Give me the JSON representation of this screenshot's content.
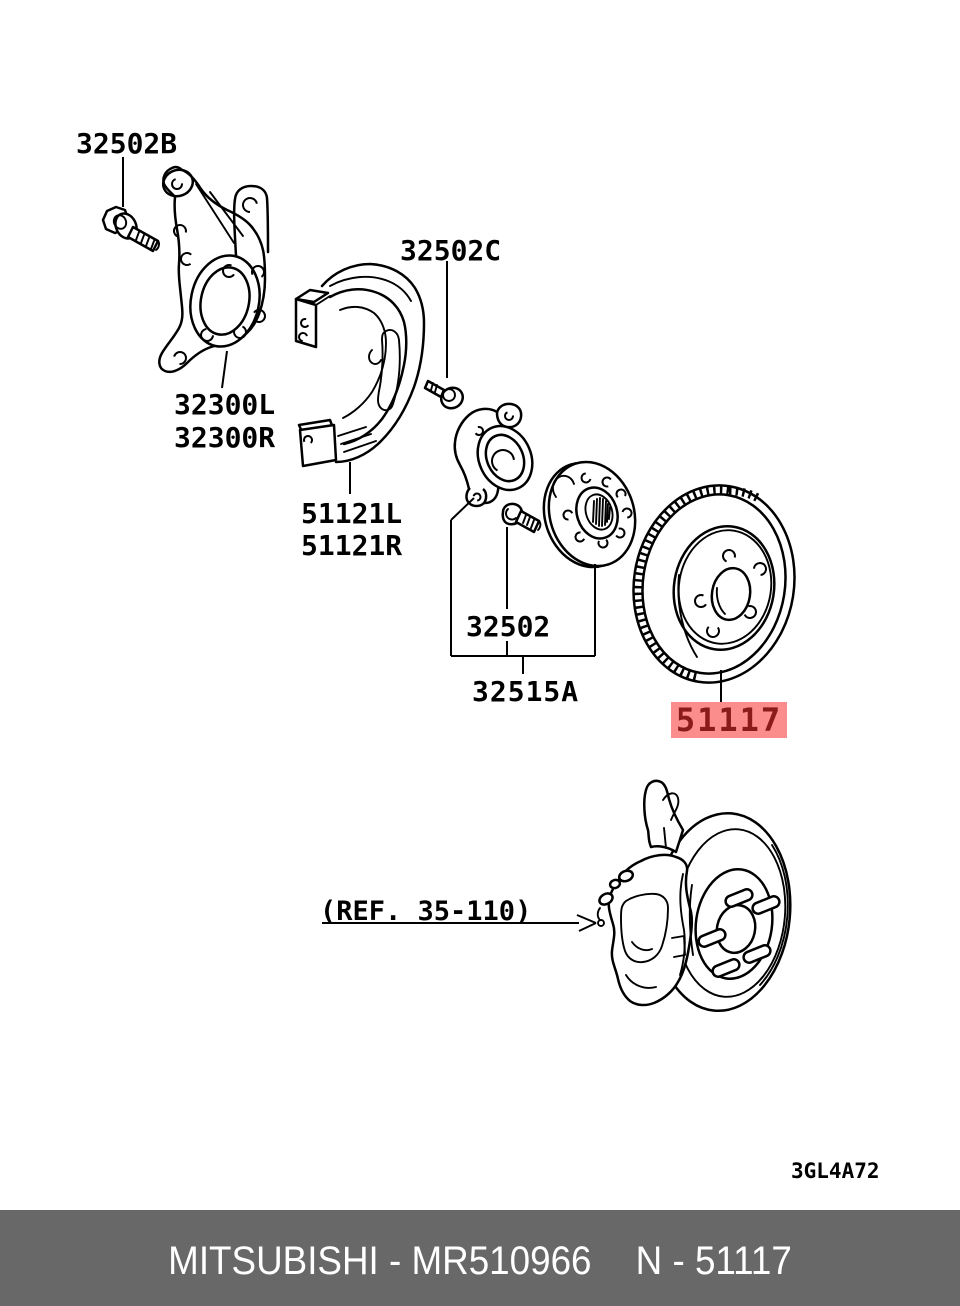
{
  "colors": {
    "highlight-bg": "#fc8d8d",
    "highlight-fg": "#8b1a1a",
    "footer-bg": "#686868",
    "footer-fg": "#ffffff",
    "line": "#000000"
  },
  "diagram": {
    "labels": {
      "bolt_upper": "32502B",
      "knuckle_left": "32300L",
      "knuckle_right": "32300R",
      "bolt_shield": "32502C",
      "shield_left": "51121L",
      "shield_right": "51121R",
      "hub_bearing": "32502",
      "hub_assembly": "32515A",
      "brake_disc": "51117",
      "reference_note": "(REF. 35-110)",
      "drawing_code": "3GL4A72"
    }
  },
  "footer": {
    "brand_part": "MITSUBISHI - MR510966",
    "number": "N - 51117"
  }
}
